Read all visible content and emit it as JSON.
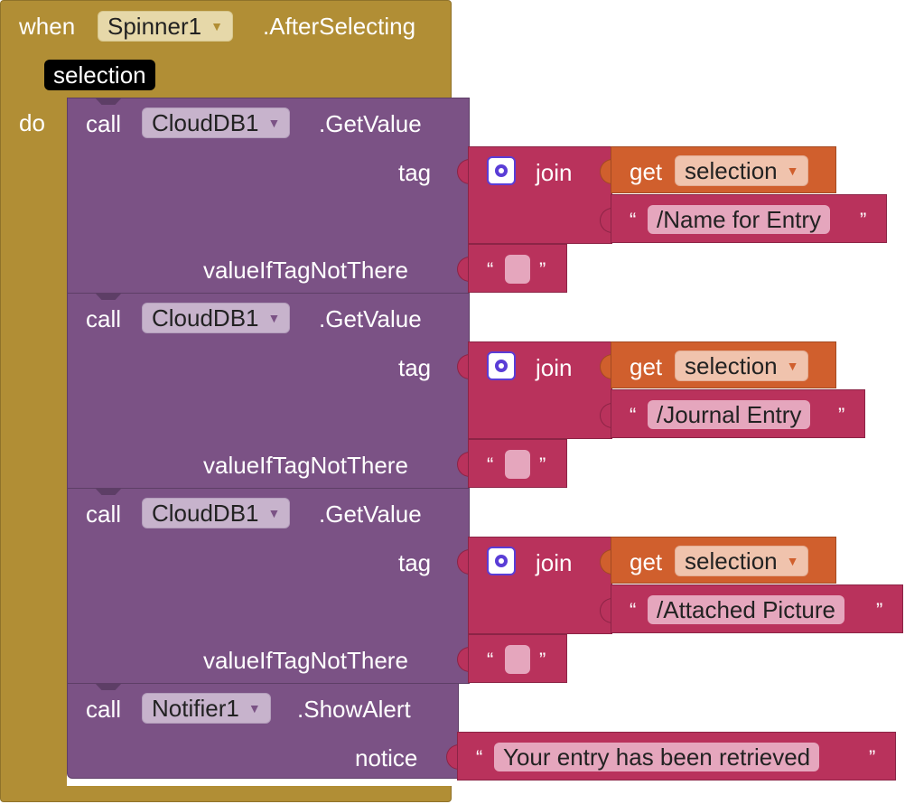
{
  "event": {
    "when_label": "when",
    "component": "Spinner1",
    "event_name": ".AfterSelecting",
    "param": "selection",
    "do_label": "do"
  },
  "calls": [
    {
      "call_label": "call",
      "component": "CloudDB1",
      "method": ".GetValue",
      "tag_label": "tag",
      "join_label": "join",
      "get_label": "get",
      "get_var": "selection",
      "text": "/Name for Entry",
      "default_label": "valueIfTagNotThere"
    },
    {
      "call_label": "call",
      "component": "CloudDB1",
      "method": ".GetValue",
      "tag_label": "tag",
      "join_label": "join",
      "get_label": "get",
      "get_var": "selection",
      "text": "/Journal Entry",
      "default_label": "valueIfTagNotThere"
    },
    {
      "call_label": "call",
      "component": "CloudDB1",
      "method": ".GetValue",
      "tag_label": "tag",
      "join_label": "join",
      "get_label": "get",
      "get_var": "selection",
      "text": "/Attached Picture",
      "default_label": "valueIfTagNotThere"
    }
  ],
  "notify": {
    "call_label": "call",
    "component": "Notifier1",
    "method": ".ShowAlert",
    "notice_label": "notice",
    "text": "Your entry has been retrieved"
  },
  "quotes": {
    "open": "“",
    "close": "”"
  },
  "dropdown_arrow": "▼",
  "colors": {
    "event": "#b18e35",
    "procedure": "#7b5285",
    "text": "#b9325c",
    "variable": "#d05f2d",
    "mutator_gear": "#5a3dd6"
  }
}
